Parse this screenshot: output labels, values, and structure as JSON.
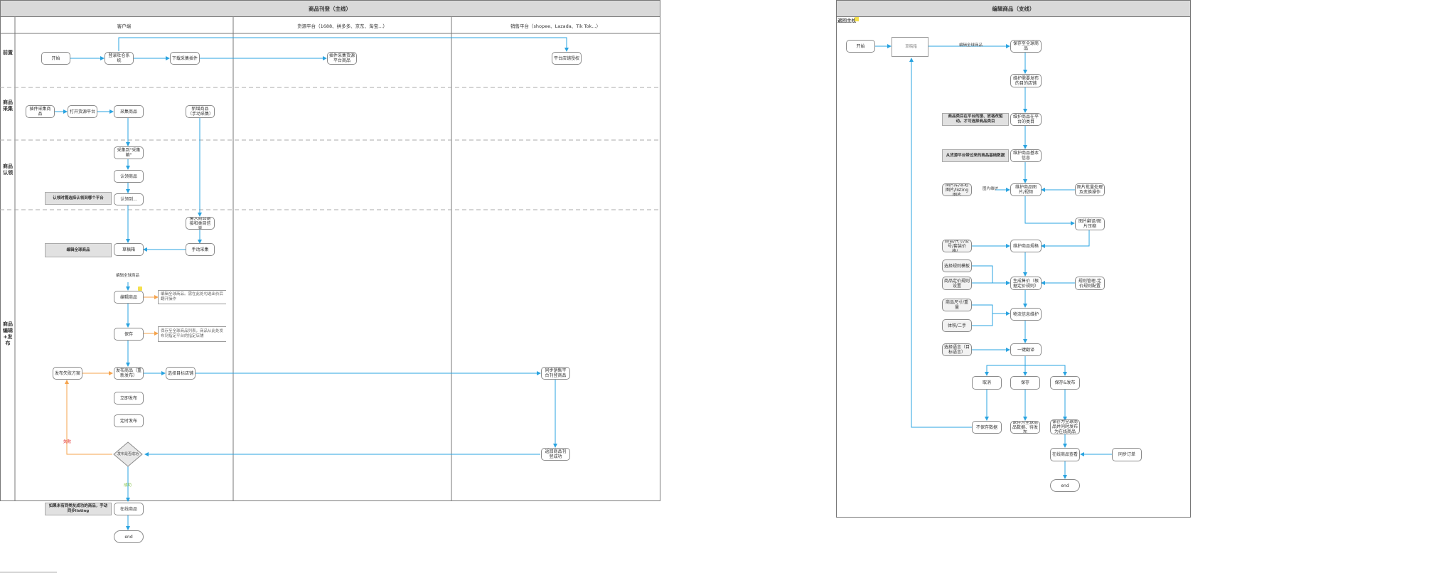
{
  "main": {
    "title": "商品刊登（主线）",
    "lanes": [
      "客户端",
      "货源平台（1688、拼多多、京东、淘宝...）",
      "销售平台（shopee、Lazada、Tik Tok...）"
    ],
    "rows": [
      "前置",
      "商品采集",
      "商品认领",
      "商品编辑+发布"
    ],
    "nodes": {
      "start": "开始",
      "erp": "登录杜仓系统",
      "download_plugin": "下载采集插件",
      "collect_plugin_hub": "插件采集货源平台商品",
      "platform_auth": "平台店铺授权",
      "plugin_collect": "插件采集商品",
      "open_source": "打开货源平台",
      "collect": "采集商品",
      "manual_add": "新增商品（手动采集）",
      "collect_box": "采集到\"采集箱\"",
      "claim": "认领商品",
      "claimed": "认领到...",
      "input_link": "输入商品链接和类目信息",
      "draft": "草稿箱",
      "manual_collect": "手动采集",
      "edit": "编辑商品",
      "save": "保存",
      "publish": "发布商品（重新发布）",
      "choose_store": "选择目标店铺",
      "publish_plan": "发布失败方案",
      "sync_sales": "同步销售平台刊登商品",
      "instant": "立即发布",
      "scheduled": "定时发布",
      "publish_ok": "发布是否成功",
      "return_result": "返回商品刊登成功",
      "online": "在线商品",
      "end": "end"
    },
    "notes": {
      "claim_note": "认领时需选择认领到哪个平台",
      "edit_note": "编辑全球商品",
      "online_note": "如果未有同类友成功的商品，手动同步listing"
    },
    "brackets": {
      "edit_b": "编辑全球商品。需在此处勾选出价后翻开操作",
      "save_b": "保存至全球商品列表，商品从此处发布到指定平台的指定店铺"
    },
    "labels": {
      "edit_global": "编辑全球商品",
      "fail": "失败",
      "success": "成功"
    }
  },
  "sub": {
    "title": "编辑商品（支线）",
    "back_label": "返回主线",
    "nodes": {
      "start": "开始",
      "draft": "草稿箱",
      "save_global": "保存至全球商品",
      "maintain_store": "维护需要发布的目的店铺",
      "maintain_category": "维护商品在平台的类目",
      "maintain_basic": "维护商品基本信息",
      "maintain_images": "维护商品图片/视频",
      "image_crop": "图片批量处理及变换操作",
      "image_translate": "图片翻译/图片压缩",
      "maintain_spec": "维护商品规格",
      "pricing": "生成售价（根据定价规则）",
      "pricing_rule": "规则管理-定价规则配置",
      "logistics": "物流信息维护",
      "one_click": "一键翻译",
      "cancel": "取消",
      "save": "保存",
      "save_publish": "保存&发布",
      "discard": "不保存数据",
      "save_data": "保存为全球商品数据、待发布",
      "save_data_publish": "保存为全球商品并同时发布为在线商品",
      "online_view": "在线商品查看",
      "sync_order": "同步订单",
      "end": "end"
    },
    "notes": {
      "category_note": "商品类目在平台的搜、放格改驱动。才可选择商品类目",
      "basic_note": "从货源平台带过来的商品基础数据"
    },
    "left": {
      "img_local": "图片库/本地图片/listing图片",
      "color_size": "颜色/尺寸/型号/套装价格/...",
      "variant": "选择规则模板",
      "pricing_local": "商品定价规则设置",
      "size_weight": "商品尺寸/重量",
      "weight": "体积/二手",
      "translate_lang": "选择语言（目标语言）"
    },
    "labels": {
      "edit_global": "编辑全球商品",
      "image_maint": "图片维护"
    }
  },
  "colors": {
    "arrow": "#29a3e0",
    "orange": "#f5a34d",
    "header": "#d9d9d9",
    "note": "#e1e1e1",
    "fail": "#e02020",
    "success": "#7cbf3a"
  }
}
